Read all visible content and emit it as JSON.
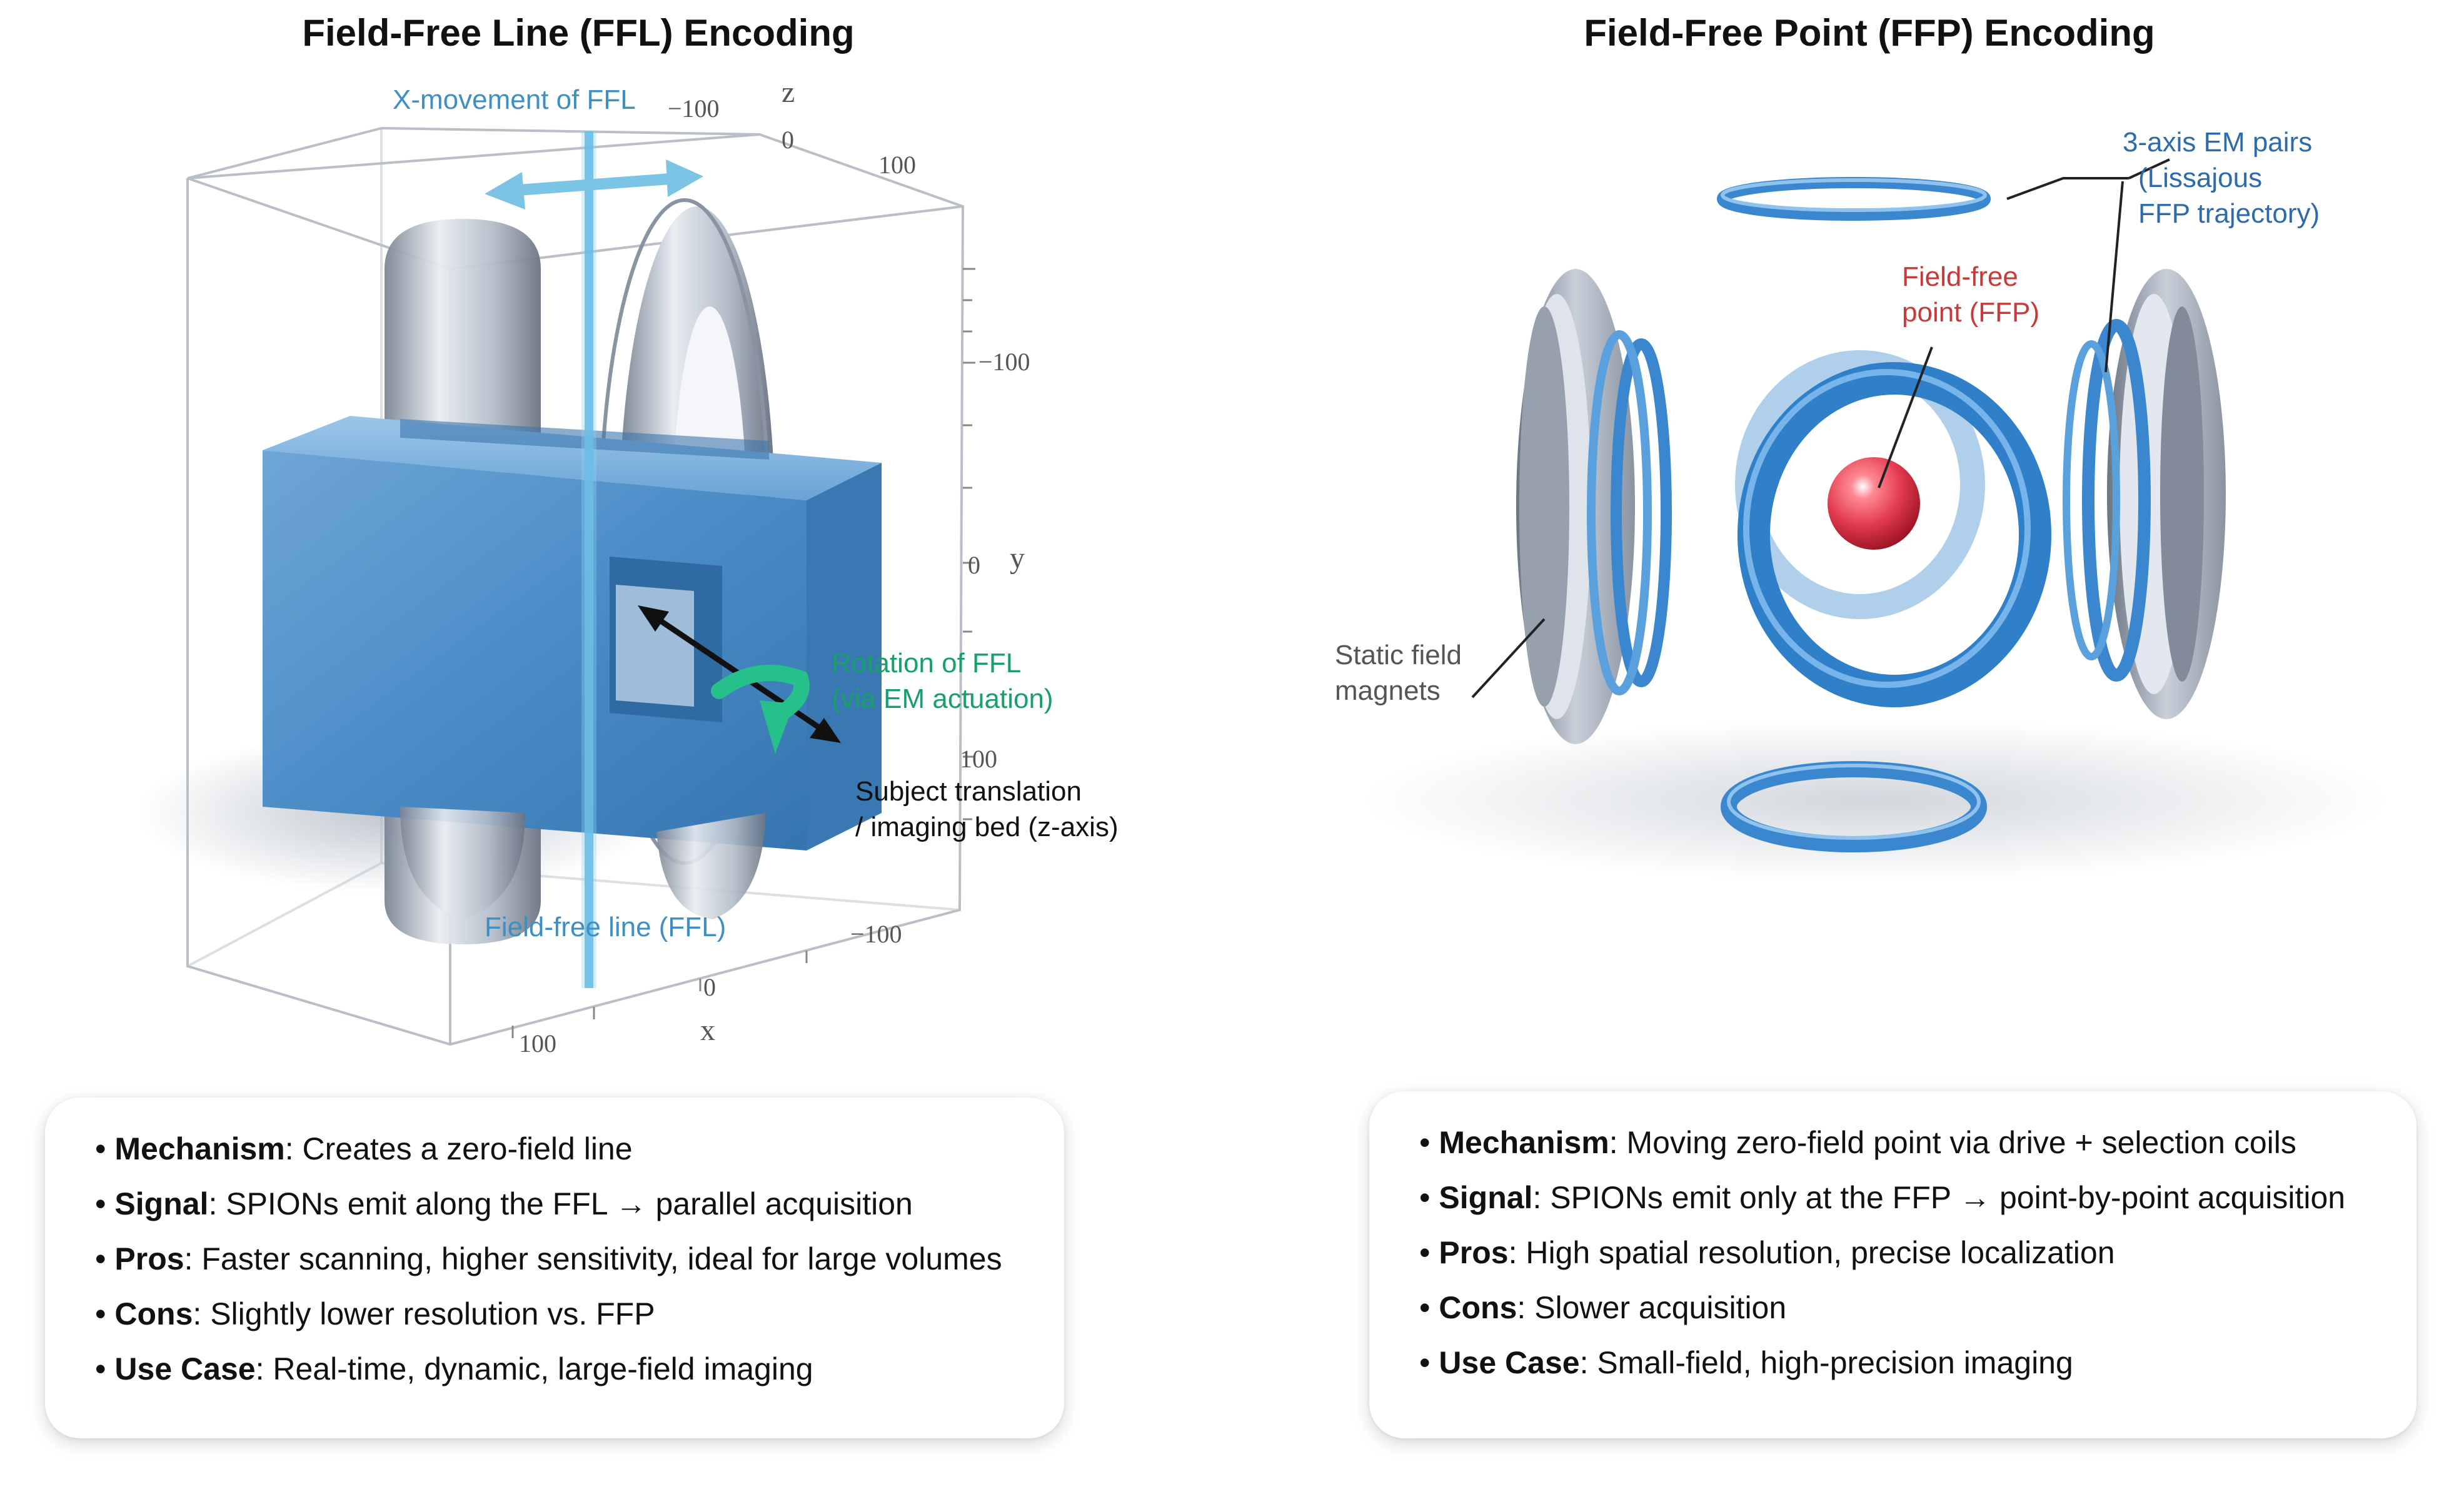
{
  "ffl": {
    "title": "Field-Free Line (FFL) Encoding",
    "labels": {
      "x_movement": "X-movement of FFL",
      "rotation_1": "Rotation of FFL",
      "rotation_2": "(via EM actuation)",
      "subject_1": "Subject translation",
      "subject_2": "/ imaging bed (z-axis)",
      "ffl_line": "Field-free line (FFL)"
    },
    "axes": {
      "z": "z",
      "z_m100": "−100",
      "z_0": "0",
      "z_100": "100",
      "y": "y",
      "y_m100": "−100",
      "y_0": "0",
      "y_100": "100",
      "x": "x",
      "x_m100": "−100",
      "x_0": "0",
      "x_100": "100"
    },
    "card": [
      {
        "term": "Mechanism",
        "text": ": Creates a zero-field line"
      },
      {
        "term": "Signal",
        "text": ": SPIONs emit along the FFL → parallel acquisition"
      },
      {
        "term": "Pros",
        "text": ": Faster scanning, higher sensitivity, ideal for large volumes"
      },
      {
        "term": "Cons",
        "text": ": Slightly lower resolution vs. FFP"
      },
      {
        "term": "Use Case",
        "text": ": Real-time, dynamic, large-field imaging"
      }
    ]
  },
  "ffp": {
    "title": "Field-Free Point (FFP) Encoding",
    "labels": {
      "em_1": "3-axis EM pairs",
      "em_2": "(Lissajous",
      "em_3": "FFP trajectory)",
      "ffp_1": "Field-free",
      "ffp_2": "point (FFP)",
      "static_1": "Static field",
      "static_2": "magnets"
    },
    "card": [
      {
        "term": "Mechanism",
        "text": ": Moving zero-field point via drive + selection coils"
      },
      {
        "term": "Signal",
        "text": ": SPIONs emit only at the FFP → point-by-point acquisition"
      },
      {
        "term": "Pros",
        "text": ": High spatial resolution, precise localization"
      },
      {
        "term": "Cons",
        "text": ": Slower acquisition"
      },
      {
        "term": "Use Case",
        "text": ": Small-field, high-precision imaging"
      }
    ]
  },
  "colors": {
    "ffl_blue": "#3d8fc4",
    "rotation_green": "#18a06a",
    "ffp_red": "#c63a3a",
    "em_navy": "#2e6bab",
    "coil_blue": "#3a86cf",
    "magnet_grey": "#a9b1bd"
  },
  "icons": [
    "x-movement-arrow-icon",
    "rotation-arrow-icon",
    "z-axis-arrow-icon"
  ]
}
